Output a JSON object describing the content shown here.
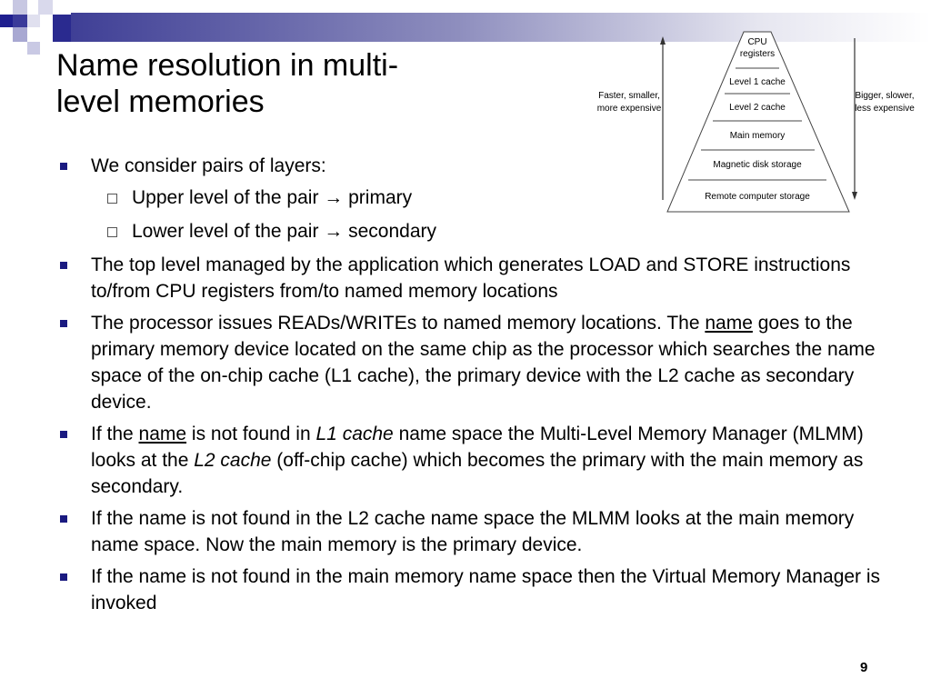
{
  "slide": {
    "title_line1": "Name resolution in multi-",
    "title_line2": "level memories",
    "page_number": "9"
  },
  "diagram": {
    "left_label_line1": "Faster, smaller,",
    "left_label_line2": "more expensive",
    "right_label_line1": "Bigger, slower,",
    "right_label_line2": "less expensive",
    "levels": [
      "CPU",
      "registers",
      "Level 1 cache",
      "Level 2 cache",
      "Main memory",
      "Magnetic disk storage",
      "Remote computer storage"
    ]
  },
  "bullets": {
    "b1": "We consider pairs of layers:",
    "b1_sub1": "Upper level of the pair → primary",
    "b1_sub2": "Lower level of the  pair → secondary",
    "b2": "The top level managed by the application which generates LOAD and STORE instructions to/from CPU registers from/to named memory locations",
    "b3_a": "The processor issues READs/WRITEs to named memory locations. The ",
    "b3_name": "name",
    "b3_b": " goes to  the primary memory device located on the same chip as the processor which searches the name space of the on-chip cache (L1 cache), the primary device with the L2 cache as secondary device.",
    "b4_a": "If the ",
    "b4_name": "name",
    "b4_b": " is not found in ",
    "b4_l1": "L1 cache",
    "b4_c": " name space the Multi-Level Memory Manager (MLMM) looks at the ",
    "b4_l2": "L2 cache",
    "b4_d": " (off-chip cache) which becomes the primary with the main memory as secondary.",
    "b5": "If the name is not found in the L2 cache name space the MLMM looks at the main memory name space. Now the main memory is the primary device.",
    "b6": "If the name is not found in the main memory name space then the Virtual Memory Manager is invoked"
  }
}
